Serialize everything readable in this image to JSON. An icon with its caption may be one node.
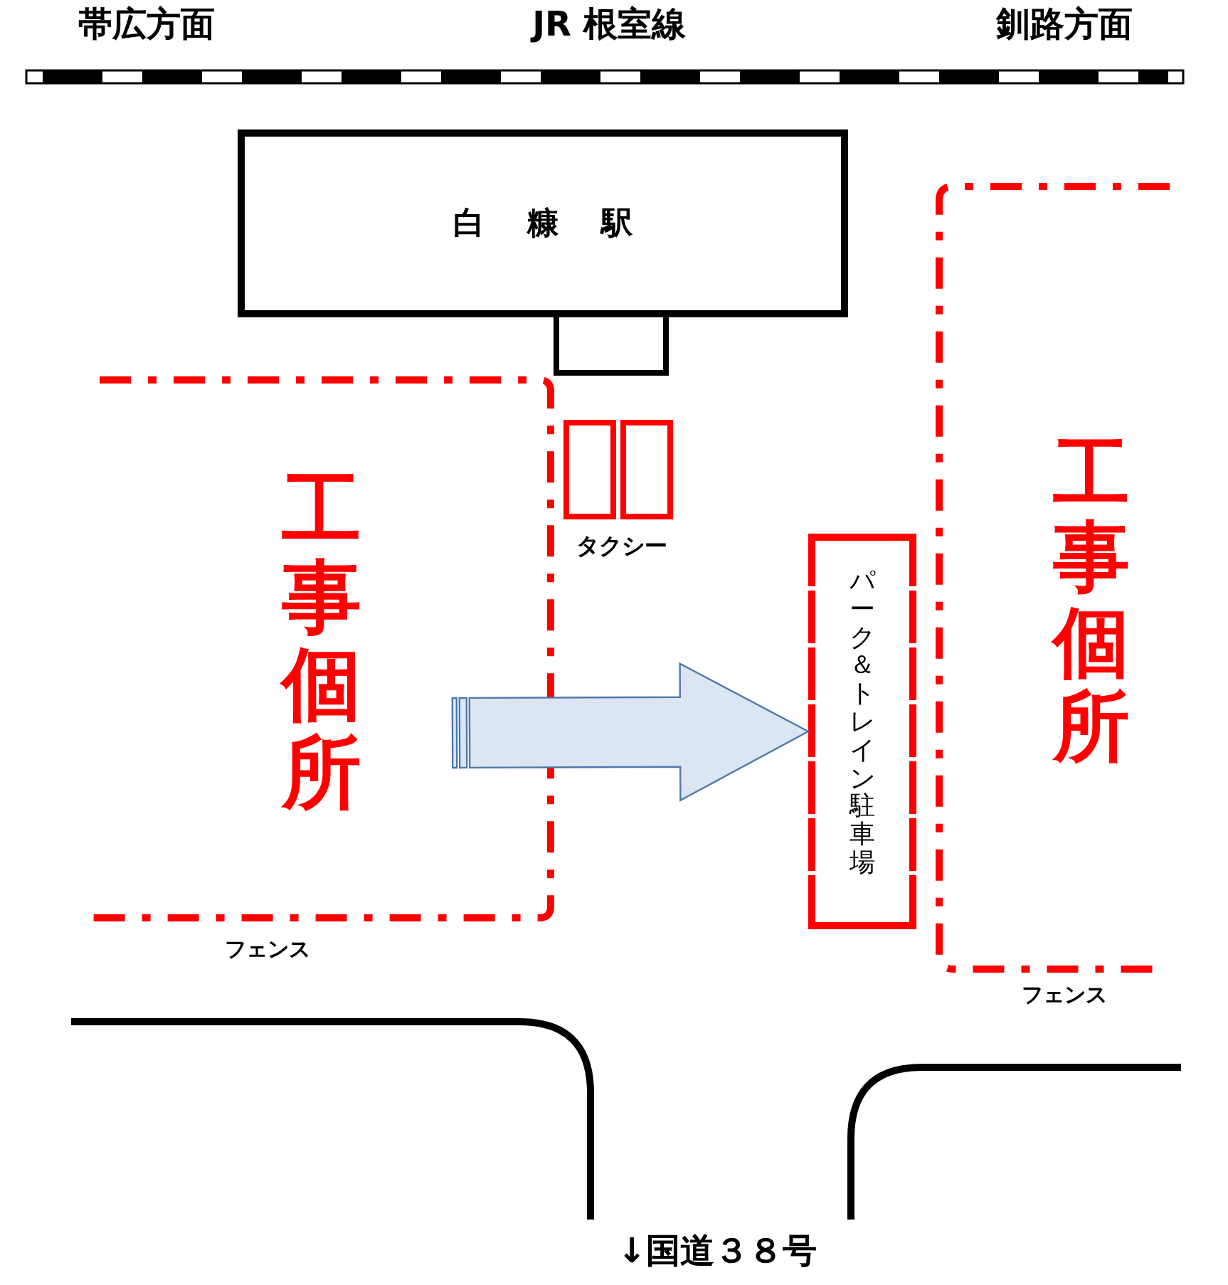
{
  "diagram": {
    "nodes": [
      {
        "text": [
          "白糠駅"
        ]
      },
      {
        "text": [],
        "shape": "box"
      },
      {
        "text": [
          "工事個所"
        ],
        "beside": [
          "フェンス"
        ]
      },
      {
        "text": [
          "パーク＆トレイン駐車場"
        ]
      },
      {
        "text": [
          "工事個所"
        ],
        "beside": [
          "フェンス"
        ]
      }
    ],
    "edges": [
      {
        "from": null,
        "to": 3,
        "arrow": "to"
      }
    ],
    "labels": [
      "帯広方面",
      "JR 根室線",
      "釧路方面",
      "タクシー",
      "↓国道３８号"
    ]
  }
}
